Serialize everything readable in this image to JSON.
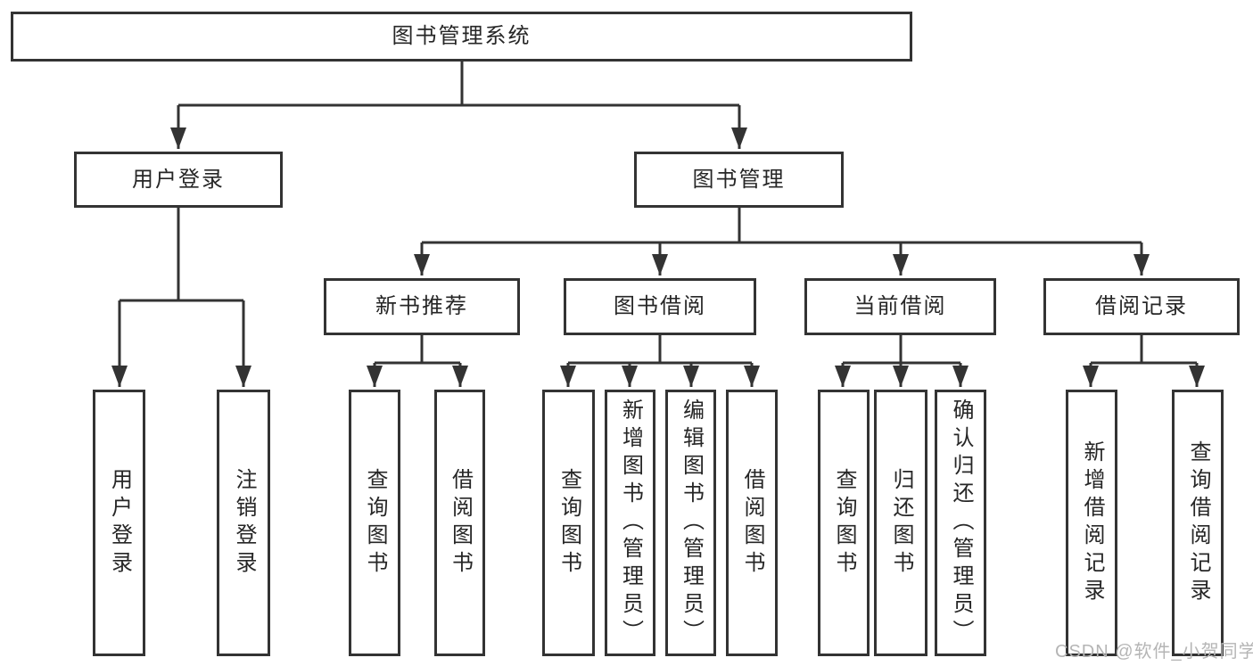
{
  "tree": {
    "root": {
      "label": "图书管理系统"
    },
    "branches": [
      {
        "label": "用户登录",
        "children": [
          {
            "label": "用户登录"
          },
          {
            "label": "注销登录"
          }
        ]
      },
      {
        "label": "图书管理",
        "children": [
          {
            "label": "新书推荐",
            "children": [
              {
                "label": "查询图书"
              },
              {
                "label": "借阅图书"
              }
            ]
          },
          {
            "label": "图书借阅",
            "children": [
              {
                "label": "查询图书"
              },
              {
                "label": "新增图书（管理员）"
              },
              {
                "label": "编辑图书（管理员）"
              },
              {
                "label": "借阅图书"
              }
            ]
          },
          {
            "label": "当前借阅",
            "children": [
              {
                "label": "查询图书"
              },
              {
                "label": "归还图书"
              },
              {
                "label": "确认归还（管理员）"
              }
            ]
          },
          {
            "label": "借阅记录",
            "children": [
              {
                "label": "新增借阅记录"
              },
              {
                "label": "查询借阅记录"
              }
            ]
          }
        ]
      }
    ]
  },
  "watermark": "CSDN @软件_小贺同学",
  "colors": {
    "line": "#333333",
    "border": "#333333",
    "fill": "#ffffff",
    "text": "#262626",
    "watermark": "#b5b5b5"
  }
}
